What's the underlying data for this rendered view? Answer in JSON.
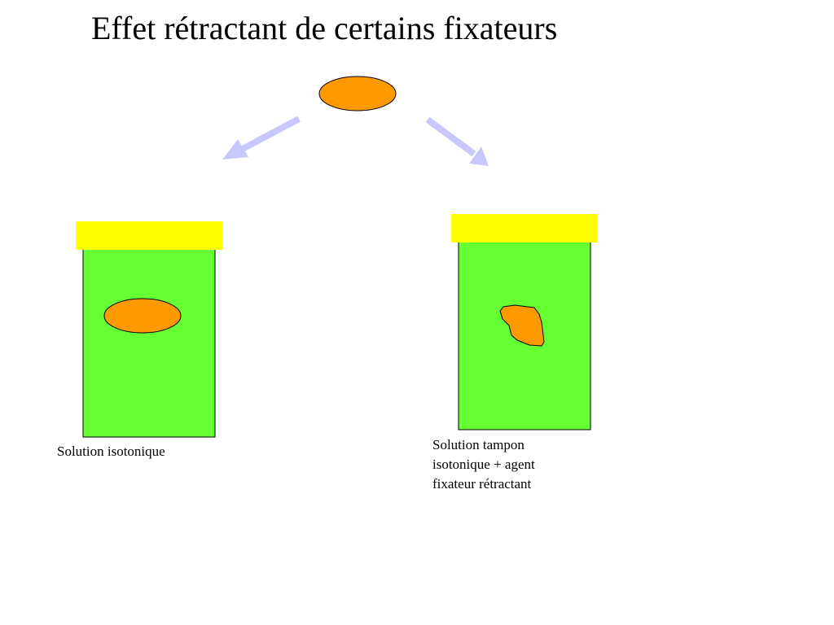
{
  "slide": {
    "title": "Effet rétractant de certains fixateurs"
  },
  "containers": [
    {
      "caption": "Solution isotonique",
      "cell_state": "intact"
    },
    {
      "caption": "Solution tampon isotonique + agent fixateur rétractant",
      "cell_state": "shrunken"
    }
  ],
  "colors": {
    "cell_fill": "#ff9900",
    "container_fill": "#66ff33",
    "lid_fill": "#ffff00",
    "arrow_fill": "#c8c8ff",
    "outline": "#000000"
  }
}
